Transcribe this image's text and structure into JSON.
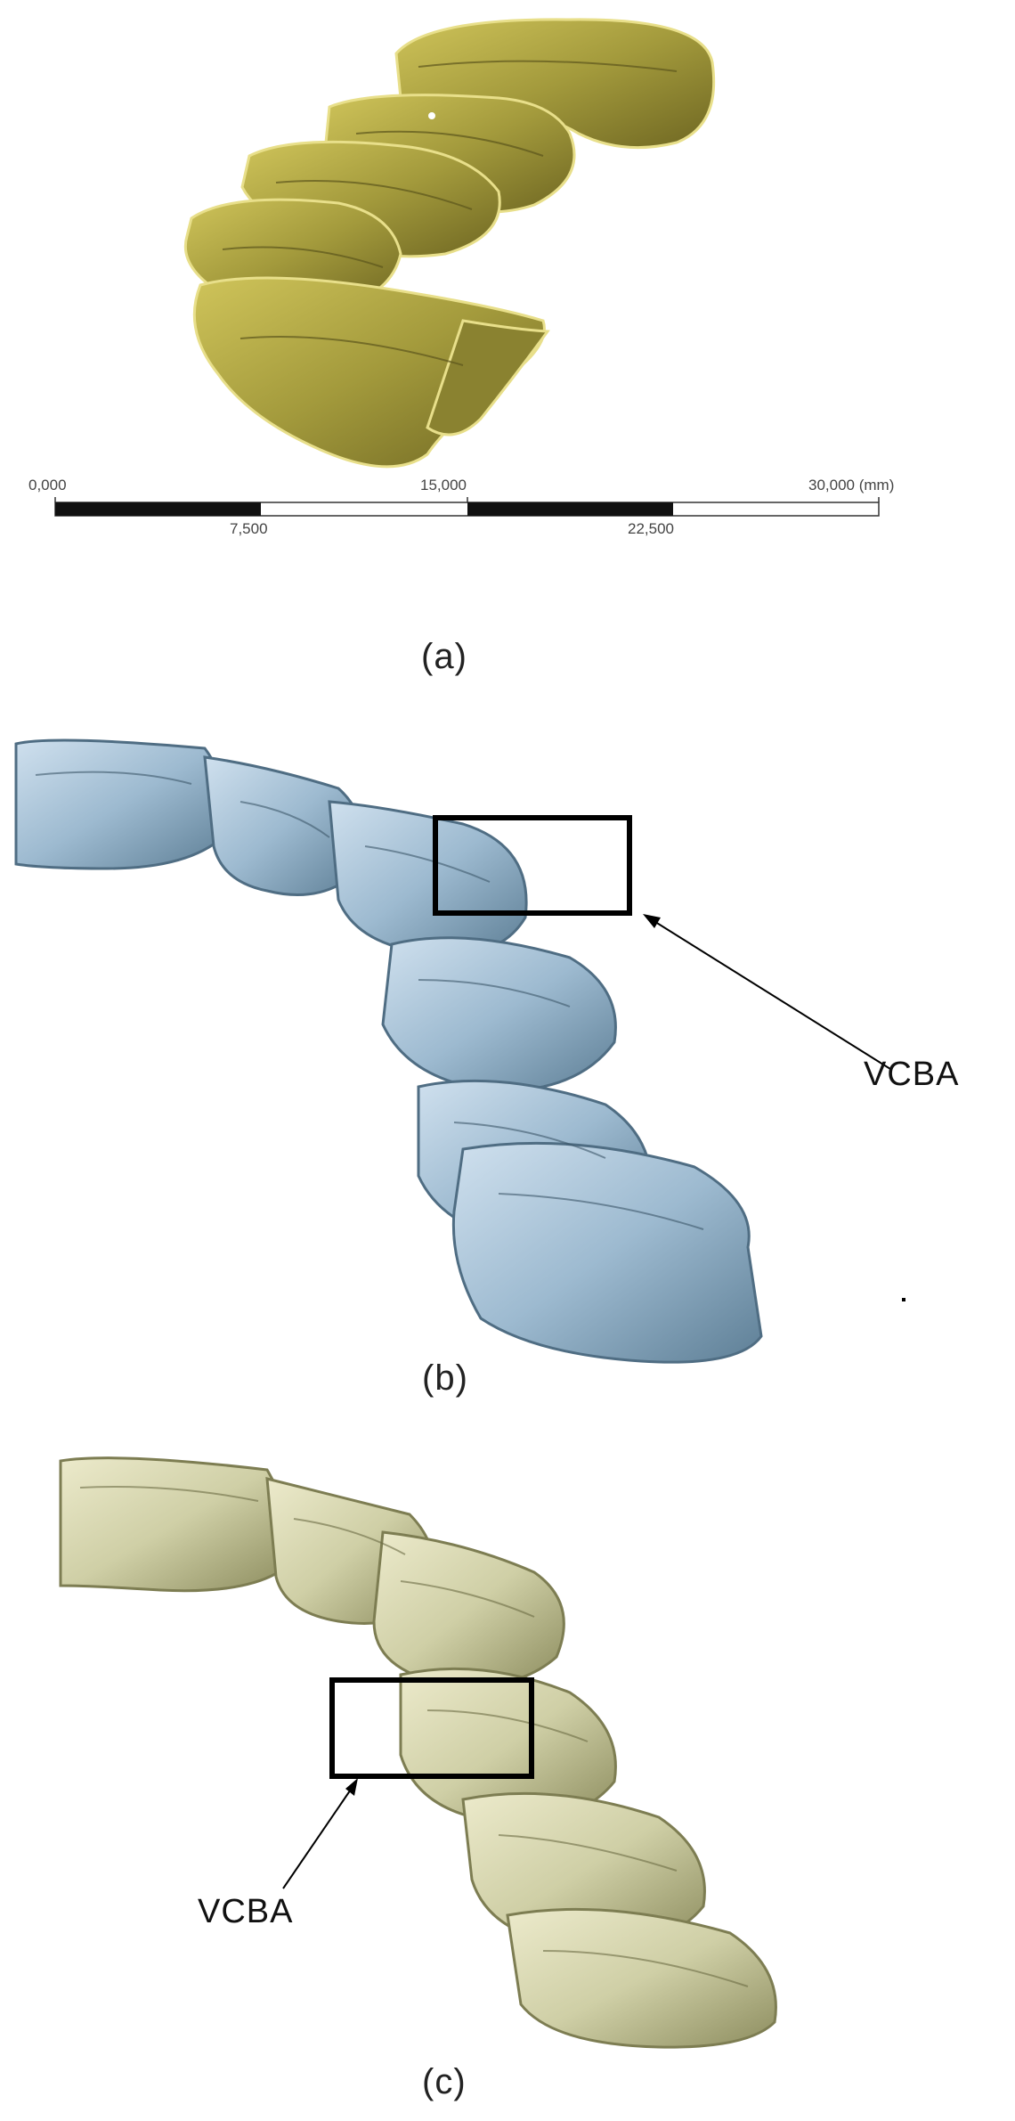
{
  "panels": {
    "a": {
      "label": "(a)",
      "scale_bar": {
        "top_ticks": [
          "0,000",
          "15,000",
          "30,000 (mm)"
        ],
        "bottom_ticks": [
          "7,500",
          "22,500"
        ]
      },
      "model_color": "#a39a3c"
    },
    "b": {
      "label": "(b)",
      "annotation": "VCBA",
      "model_color": "#9dbad0"
    },
    "c": {
      "label": "(c)",
      "annotation": "VCBA",
      "model_color": "#cfcfa6"
    }
  }
}
